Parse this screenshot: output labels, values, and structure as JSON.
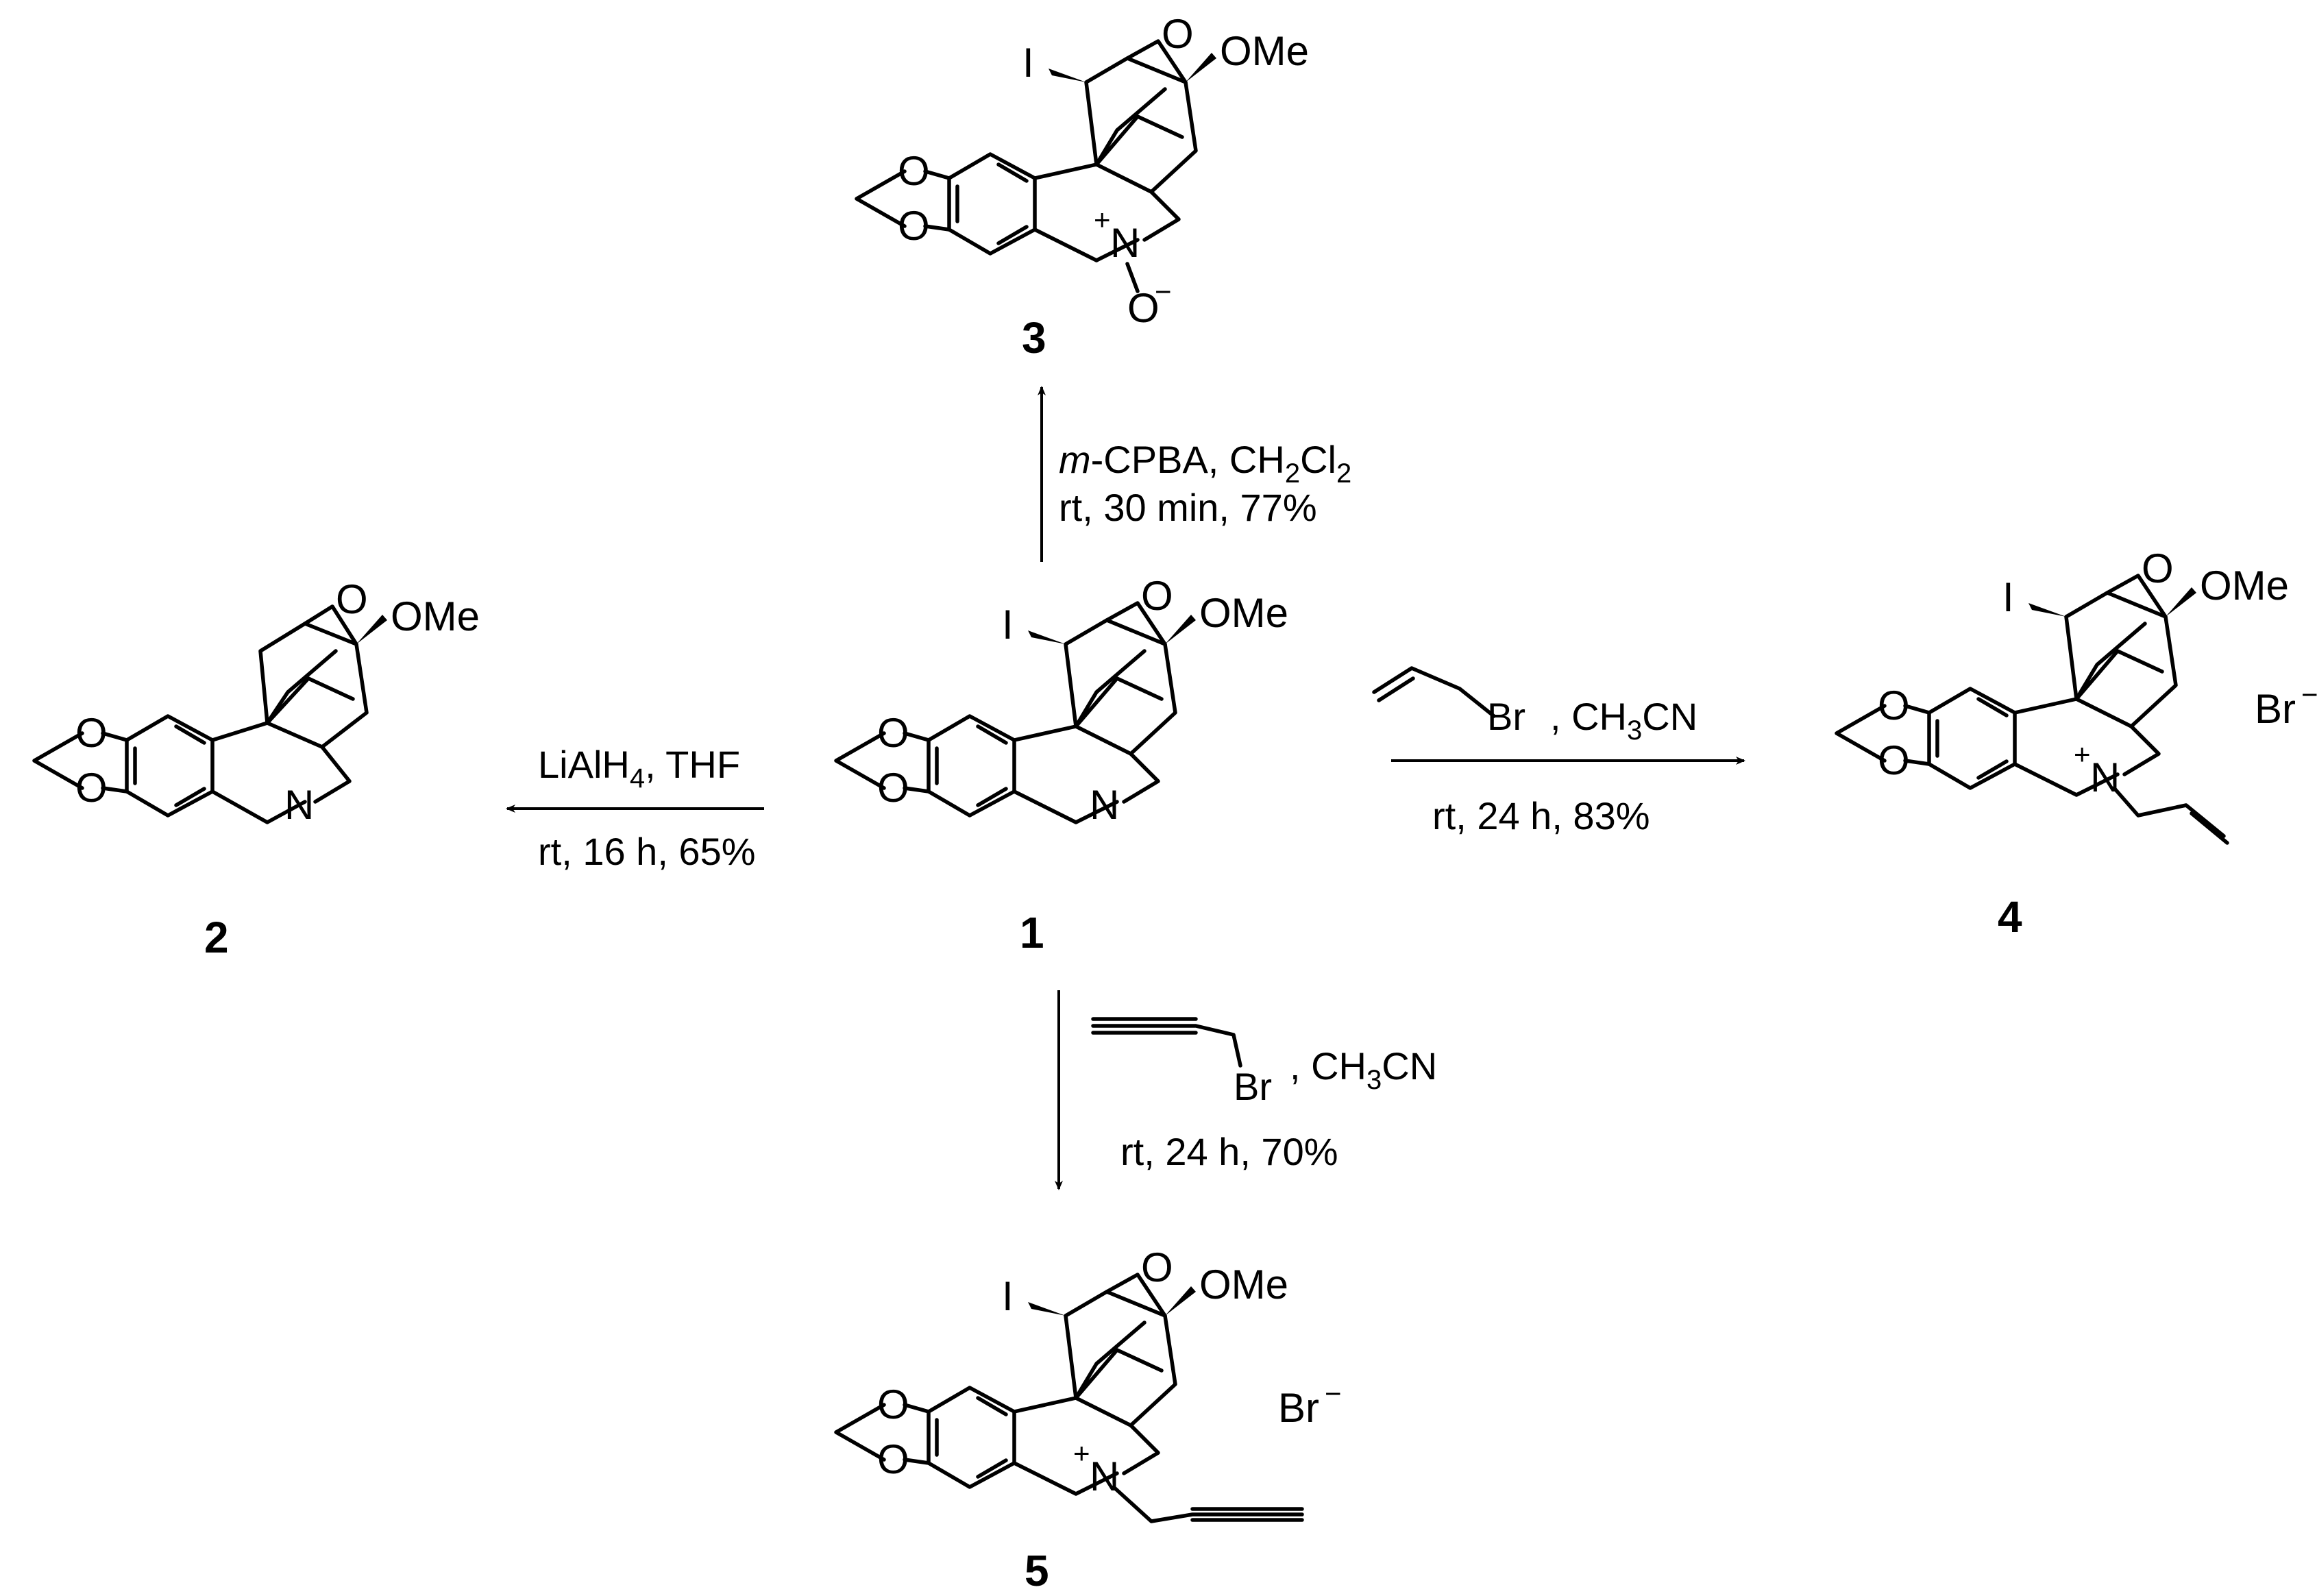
{
  "atoms": {
    "iodo": "I",
    "ome": "OMe",
    "oxy": "O",
    "nitrogen": "N",
    "bromide": "Br",
    "plus": "+",
    "minus": "−",
    "oxide_minus": "−"
  },
  "compounds": {
    "c1": "1",
    "c2": "2",
    "c3": "3",
    "c4": "4",
    "c5": "5"
  },
  "reactions": {
    "to3": {
      "line1_italic": "m",
      "line1_rest": "-CPBA, CH",
      "line1_sub1": "2",
      "line1_cl": "Cl",
      "line1_sub2": "2",
      "line2": "rt, 30 min, 77%"
    },
    "to2": {
      "line1": "LiAlH",
      "line1_sub": "4",
      "line1_end": ", THF",
      "line2": "rt, 16 h, 65%"
    },
    "to4": {
      "br": "Br",
      "solvent": ", CH",
      "solvent_sub": "3",
      "solvent_end": "CN",
      "line2": "rt, 24 h, 83%"
    },
    "to5": {
      "br": "Br",
      "solvent": ", CH",
      "solvent_sub": "3",
      "solvent_end": "CN",
      "line2": "rt, 24 h, 70%"
    }
  }
}
